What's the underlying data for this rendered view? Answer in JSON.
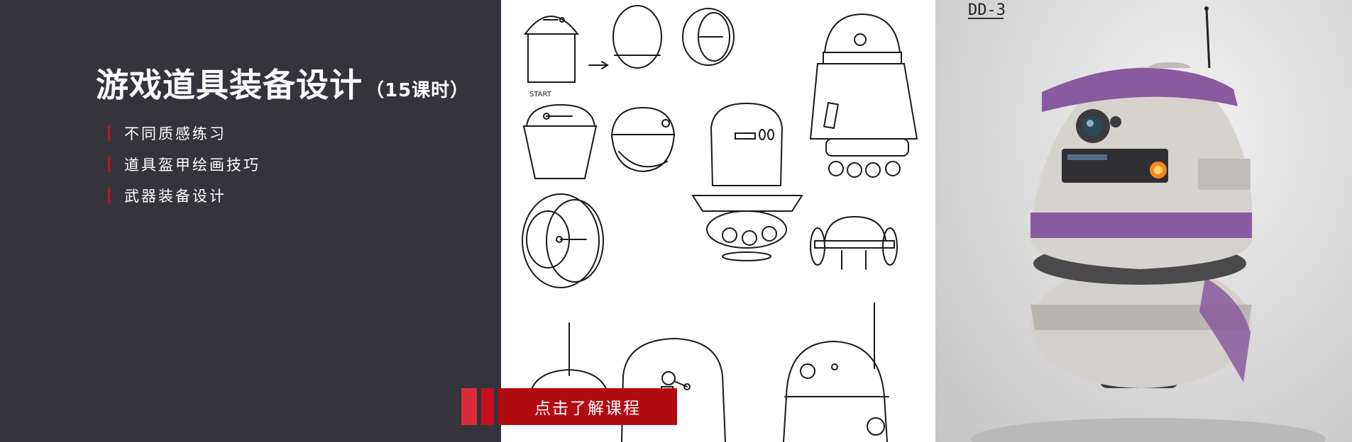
{
  "course": {
    "title": "游戏道具装备设计",
    "hours": "（15课时）"
  },
  "topics": [
    {
      "label": "不同质感练习"
    },
    {
      "label": "道具盔甲绘画技巧"
    },
    {
      "label": "武器装备设计"
    }
  ],
  "cta": {
    "label": "点击了解课程"
  },
  "sketch": {
    "start_label": "START"
  },
  "render": {
    "label": "DD-3"
  },
  "colors": {
    "background": "#35343b",
    "accent_red": "#b30b12",
    "bar_red": "#c1121f",
    "robot_purple": "#8a5a9e"
  }
}
